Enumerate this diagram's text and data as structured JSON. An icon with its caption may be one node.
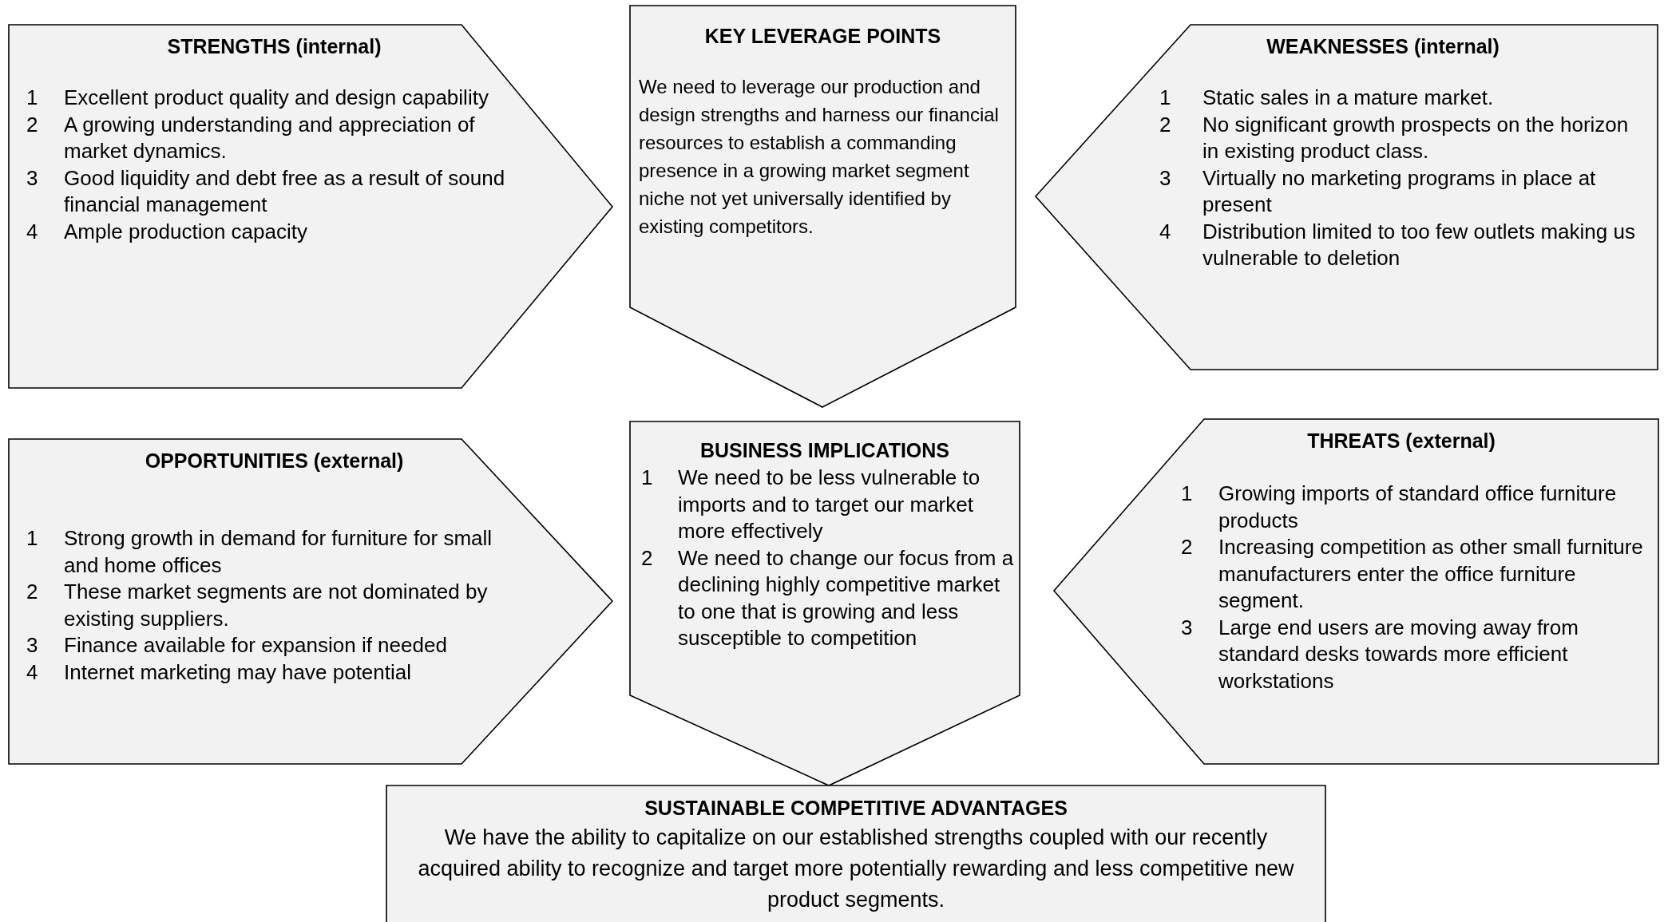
{
  "diagram": {
    "nodes": [
      {
        "text": [
          "STRENGTHS (internal)",
          "1 Excellent product quality and design capability",
          "2 A growing understanding and appreciation of market dynamics.",
          "3 Good liquidity and debt free as a result of sound financial management",
          "4 Ample production capacity"
        ]
      },
      {
        "text": [
          "KEY LEVERAGE POINTS",
          "We need to leverage our production and design strengths and harness our financial resources to establish a commanding presence in a growing market segment niche not yet universally identified by existing competitors."
        ]
      },
      {
        "text": [
          "WEAKNESSES (internal)",
          "1 Static sales in a mature market.",
          "2 No significant growth prospects on the horizon in existing product class.",
          "3 Virtually no marketing programs in place at present",
          "4 Distribution limited to too few outlets making us vulnerable to deletion"
        ]
      },
      {
        "text": [
          "OPPORTUNITIES (external)",
          "1 Strong growth in demand for furniture for small and home offices",
          "2 These market segments are not dominated by existing suppliers.",
          "3 Finance available for expansion if needed",
          "4 Internet marketing may have potential"
        ]
      },
      {
        "text": [
          "BUSINESS IMPLICATIONS",
          "1 We need to be less vulnerable to imports and to target our market more effectively",
          "2 We need to change our focus from a declining highly competitive market to one that is growing and less susceptible to competition"
        ]
      },
      {
        "text": [
          "THREATS (external)",
          "1 Growing imports of standard office furniture products",
          "2 Increasing competition as other small furniture manufacturers enter the office furniture segment.",
          "3 Large end users are moving away from standard desks towards more efficient workstations"
        ]
      },
      {
        "text": [
          "SUSTAINABLE COMPETITIVE ADVANTAGES",
          "We have the ability to capitalize on our established strengths coupled with our recently acquired ability to recognize and target more potentially rewarding and less competitive new product segments."
        ]
      }
    ]
  }
}
